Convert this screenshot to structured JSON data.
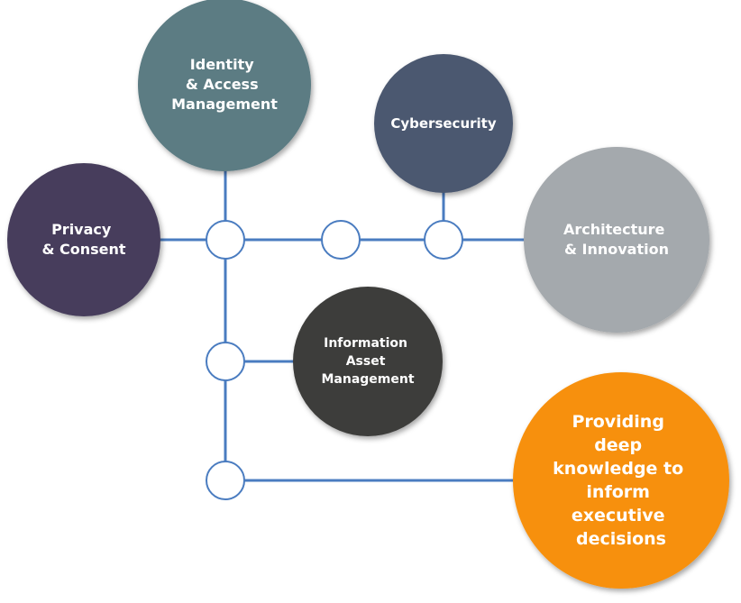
{
  "nodes": {
    "identity": {
      "lines": [
        "Identity",
        "& Access",
        "Management"
      ],
      "color": "#5b7b83"
    },
    "cybersecurity": {
      "lines": [
        "Cybersecurity"
      ],
      "color": "#4b5870"
    },
    "privacy": {
      "lines": [
        "Privacy",
        "& Consent"
      ],
      "color": "#463e5c"
    },
    "architecture": {
      "lines": [
        "Architecture",
        "& Innovation"
      ],
      "color": "#a4a9ad"
    },
    "information_asset": {
      "lines": [
        "Information",
        "Asset",
        "Management"
      ],
      "color": "#3d3d3b"
    },
    "providing": {
      "lines": [
        "Providing",
        "deep",
        "knowledge to",
        "inform",
        "executive",
        "decisions"
      ],
      "color": "#f7900b"
    }
  },
  "colors": {
    "connector": "#4a7cc0",
    "junction_fill": "#ffffff"
  }
}
